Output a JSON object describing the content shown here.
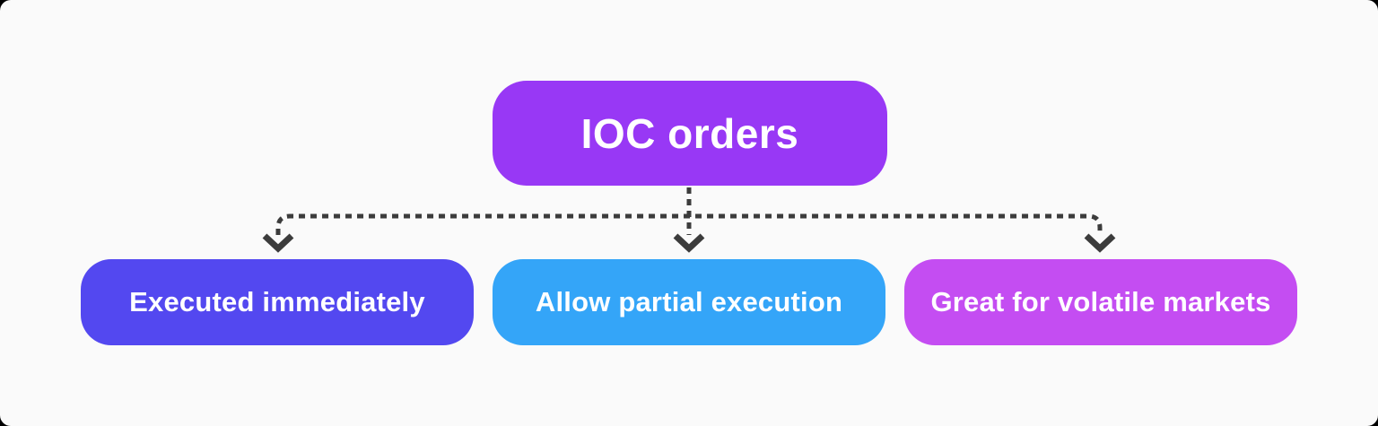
{
  "canvas": {
    "background": "#FAFAFA",
    "outer_background": "#000000"
  },
  "diagram": {
    "type": "flowchart",
    "root_node": {
      "label": "IOC orders",
      "color": "#9838F5",
      "text_color": "#FFFFFF"
    },
    "children": [
      {
        "label": "Executed immediately",
        "color": "#5348F0",
        "text_color": "#FFFFFF"
      },
      {
        "label": "Allow partial execution",
        "color": "#34A5F8",
        "text_color": "#FFFFFF"
      },
      {
        "label": "Great for volatile markets",
        "color": "#C44DF2",
        "text_color": "#FFFFFF"
      }
    ],
    "connector": {
      "color": "#3C3C3C",
      "style": "dashed",
      "arrowheads": "chevron-down"
    }
  }
}
